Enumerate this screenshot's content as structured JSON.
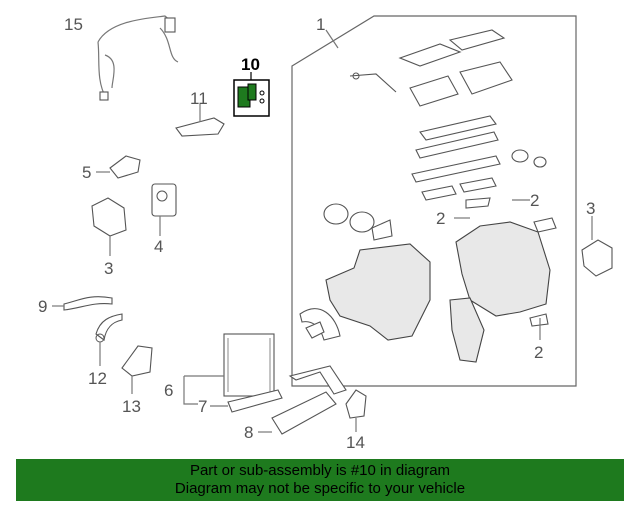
{
  "callouts": {
    "c1": "1",
    "c2a": "2",
    "c2b": "2",
    "c2c": "2",
    "c3a": "3",
    "c3b": "3",
    "c4": "4",
    "c5": "5",
    "c6": "6",
    "c7": "7",
    "c8": "8",
    "c9": "9",
    "c10": "10",
    "c11": "11",
    "c12": "12",
    "c13": "13",
    "c14": "14",
    "c15": "15"
  },
  "highlight_color": "#1e7a1e",
  "banner": {
    "line1": "Part or sub-assembly is #10 in diagram",
    "line2": "Diagram may not be specific to your vehicle"
  }
}
